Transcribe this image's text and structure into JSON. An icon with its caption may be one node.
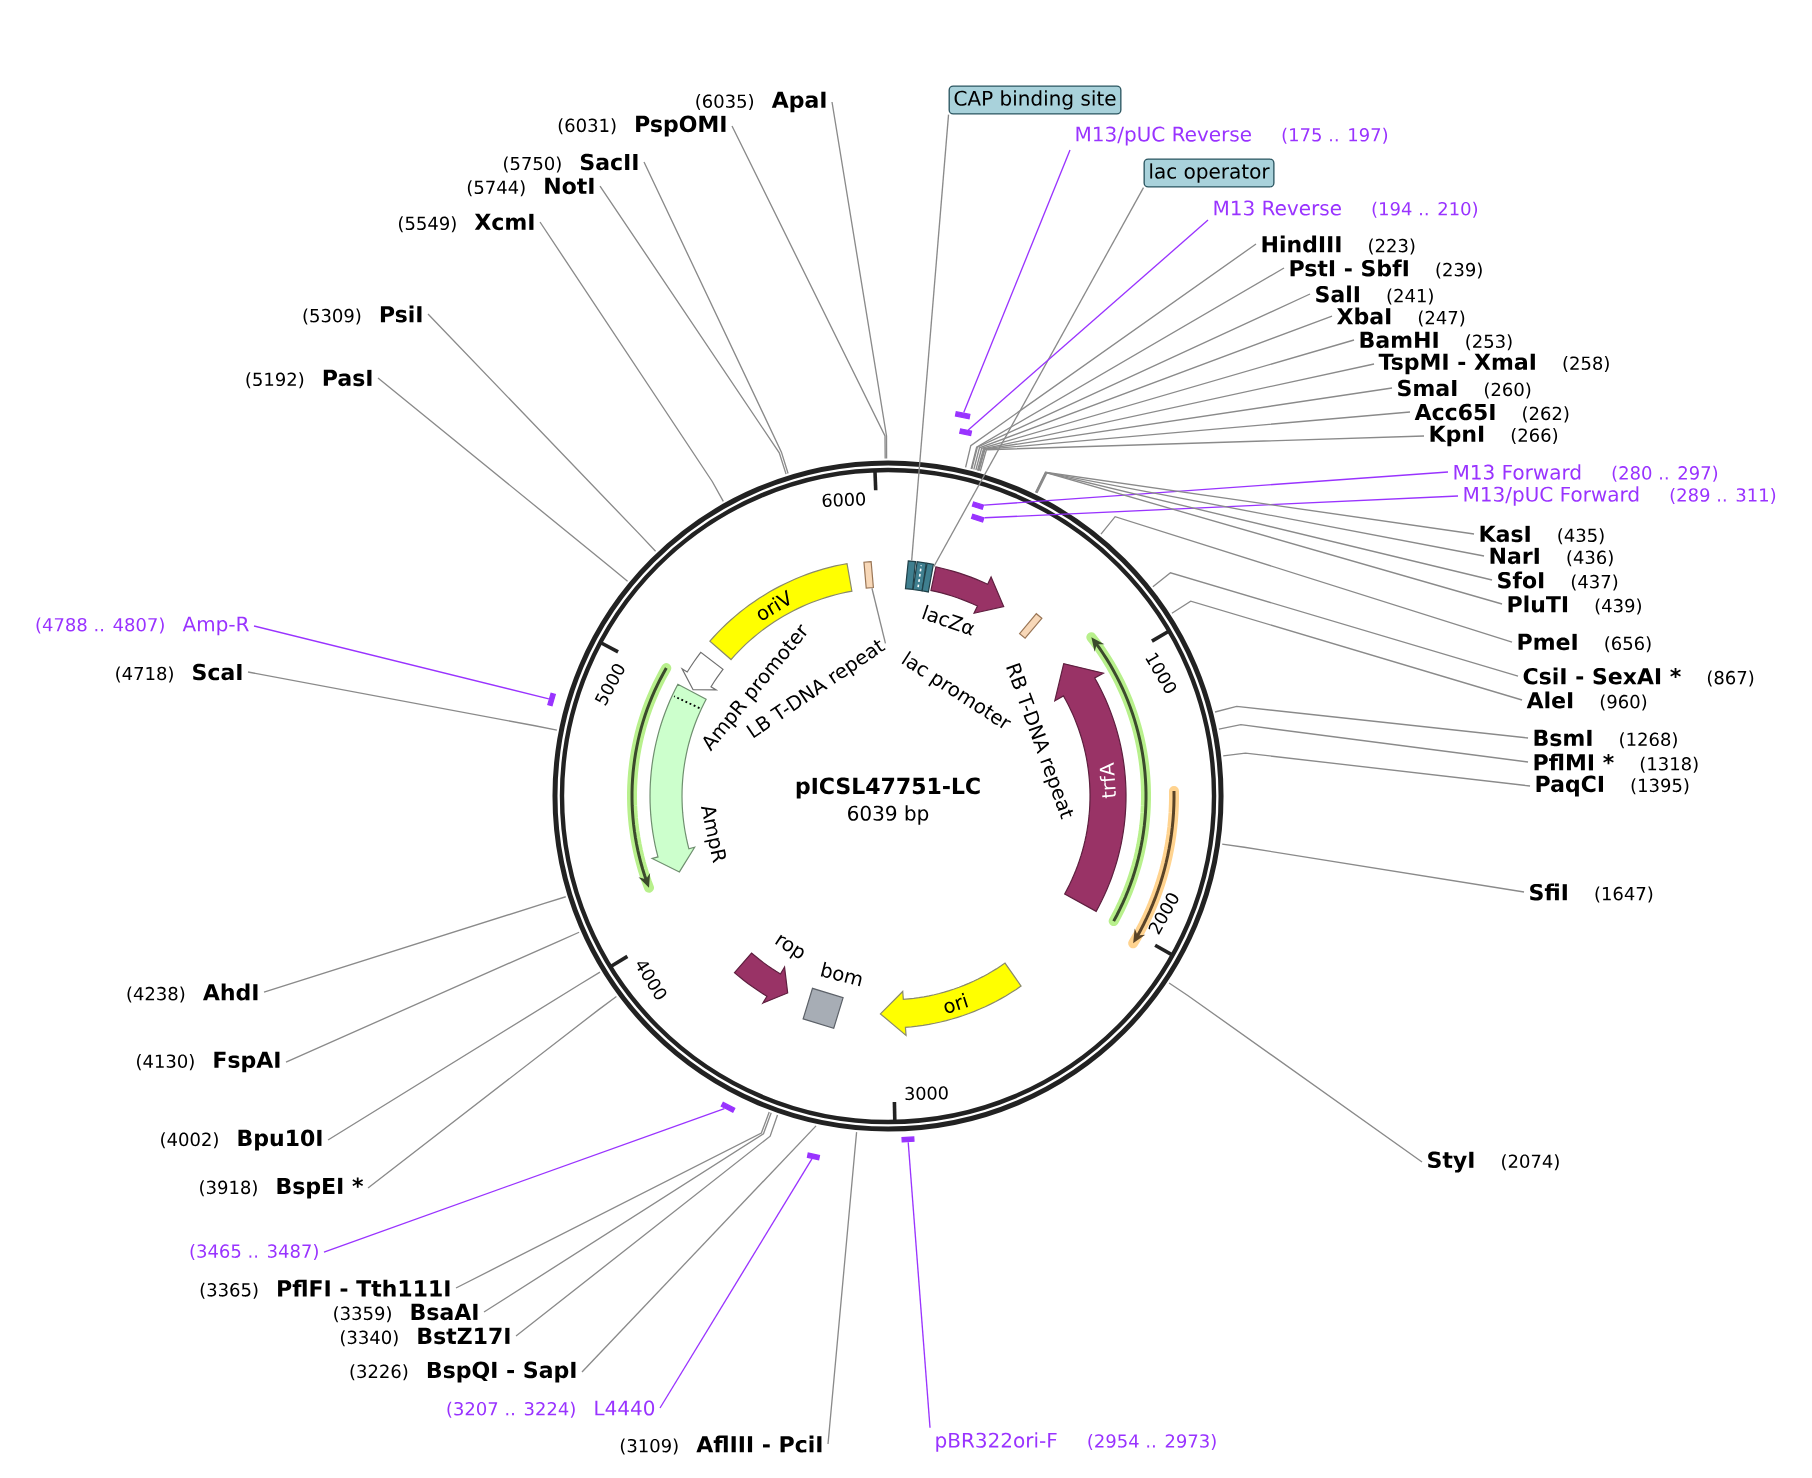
{
  "diagram": {
    "title": "pICSL47751-LC",
    "nodes": [
      {
        "text": [
          "CAP binding site"
        ]
      },
      {
        "text": [
          "M13/pUC Reverse",
          "(175 .. 197)"
        ]
      },
      {
        "text": [
          "lac operator"
        ]
      },
      {
        "text": [
          "M13 Reverse",
          "(194 .. 210)"
        ]
      },
      {
        "text": [
          "HindIII",
          "(223)"
        ]
      },
      {
        "text": [
          "PstI - SbfI",
          "(239)"
        ]
      },
      {
        "text": [
          "SalI",
          "(241)"
        ]
      },
      {
        "text": [
          "XbaI",
          "(247)"
        ]
      },
      {
        "text": [
          "BamHI",
          "(253)"
        ]
      },
      {
        "text": [
          "TspMI - XmaI",
          "(258)"
        ]
      },
      {
        "text": [
          "SmaI",
          "(260)"
        ]
      },
      {
        "text": [
          "Acc65I",
          "(262)"
        ]
      },
      {
        "text": [
          "KpnI",
          "(266)"
        ]
      },
      {
        "text": [
          "M13 Forward",
          "(280 .. 297)"
        ]
      },
      {
        "text": [
          "M13/pUC Forward",
          "(289 .. 311)"
        ]
      },
      {
        "text": [
          "KasI",
          "(435)"
        ]
      },
      {
        "text": [
          "NarI",
          "(436)"
        ]
      },
      {
        "text": [
          "SfoI",
          "(437)"
        ]
      },
      {
        "text": [
          "PluTI",
          "(439)"
        ]
      },
      {
        "text": [
          "PmeI",
          "(656)"
        ]
      },
      {
        "text": [
          "CsiI - SexAI *",
          "(867)"
        ]
      },
      {
        "text": [
          "AleI",
          "(960)"
        ]
      },
      {
        "text": [
          "BsmI",
          "(1268)"
        ]
      },
      {
        "text": [
          "PflMI *",
          "(1318)"
        ]
      },
      {
        "text": [
          "PaqCI",
          "(1395)"
        ]
      },
      {
        "text": [
          "SfiI",
          "(1647)"
        ]
      },
      {
        "text": [
          "StyI",
          "(2074)"
        ]
      },
      {
        "text": [
          "pBR322ori-F",
          "(2954 .. 2973)"
        ]
      },
      {
        "text": [
          "(3109)",
          "AflIII - PciI"
        ]
      },
      {
        "text": [
          "(3207 .. 3224)",
          "L4440"
        ]
      },
      {
        "text": [
          "(3226)",
          "BspQI - SapI"
        ]
      },
      {
        "text": [
          "(3340)",
          "BstZ17I"
        ]
      },
      {
        "text": [
          "(3359)",
          "BsaAI"
        ]
      },
      {
        "text": [
          "(3365)",
          "PflFI - Tth111I"
        ]
      },
      {
        "text": [
          "(3465 .. 3487)"
        ]
      },
      {
        "text": [
          "(3918)",
          "BspEI *"
        ]
      },
      {
        "text": [
          "(4002)",
          "Bpu10I"
        ]
      },
      {
        "text": [
          "(4130)",
          "FspAI"
        ]
      },
      {
        "text": [
          "(4238)",
          "AhdI"
        ]
      },
      {
        "text": [
          "(4718)",
          "ScaI"
        ]
      },
      {
        "text": [
          "(4788 .. 4807)",
          "Amp-R"
        ]
      },
      {
        "text": [
          "(5192)",
          "PasI"
        ]
      },
      {
        "text": [
          "(5309)",
          "PsiI"
        ]
      },
      {
        "text": [
          "(5549)",
          "XcmI"
        ]
      },
      {
        "text": [
          "(5744)",
          "NotI"
        ]
      },
      {
        "text": [
          "(5750)",
          "SacII"
        ]
      },
      {
        "text": [
          "(6031)",
          "PspOMI"
        ]
      },
      {
        "text": [
          "(6035)",
          "ApaI"
        ]
      },
      {
        "text": [],
        "shape": "box"
      },
      {
        "text": [],
        "shape": "box"
      },
      {
        "text": [],
        "shape": "box"
      },
      {
        "text": [],
        "shape": "box"
      },
      {
        "text": [],
        "shape": "arrow",
        "beside": [
          "lacZα"
        ]
      },
      {
        "text": [],
        "shape": "box"
      },
      {
        "text": [
          "trfA"
        ]
      },
      {
        "text": [
          "ori"
        ]
      },
      {
        "text": [],
        "shape": "box",
        "beside": [
          "bom"
        ]
      },
      {
        "text": [],
        "shape": "arrow",
        "beside": [
          "rop"
        ]
      },
      {
        "text": [],
        "shape": "arrow",
        "beside": [
          "AmpR"
        ]
      },
      {
        "text": [],
        "shape": "arrow",
        "beside": [
          "AmpR promoter"
        ]
      },
      {
        "text": [
          "oriV"
        ]
      },
      {
        "text": [
          "LB T-DNA repeat"
        ]
      },
      {
        "text": [],
        "shape": "bar"
      },
      {
        "text": [],
        "shape": "bar"
      },
      {
        "text": [],
        "shape": "bar"
      },
      {
        "text": [],
        "shape": "bar"
      },
      {
        "text": [],
        "shape": "bar"
      },
      {
        "text": [],
        "shape": "bar"
      },
      {
        "text": [],
        "shape": "bar"
      },
      {
        "text": [],
        "shape": "bar"
      }
    ],
    "edges": [
      {
        "from": 0,
        "to": 49,
        "arrow": "none"
      },
      {
        "from": 1,
        "to": 62,
        "arrow": "none",
        "color": "#9933ff"
      },
      {
        "from": 2,
        "to": 51,
        "arrow": "none"
      },
      {
        "from": 3,
        "to": 63,
        "arrow": "none",
        "color": "#9933ff"
      },
      {
        "from": 4,
        "to": null,
        "arrow": "none"
      },
      {
        "from": 5,
        "to": null,
        "arrow": "none"
      },
      {
        "from": 6,
        "to": null,
        "arrow": "none"
      },
      {
        "from": 7,
        "to": null,
        "arrow": "none"
      },
      {
        "from": 8,
        "to": null,
        "arrow": "none"
      },
      {
        "from": 9,
        "to": null,
        "arrow": "none"
      },
      {
        "from": 10,
        "to": null,
        "arrow": "none"
      },
      {
        "from": 11,
        "to": null,
        "arrow": "none"
      },
      {
        "from": 12,
        "to": null,
        "arrow": "none"
      },
      {
        "from": 13,
        "to": 64,
        "arrow": "none",
        "color": "#9933ff"
      },
      {
        "from": 14,
        "to": 65,
        "arrow": "none",
        "color": "#9933ff"
      },
      {
        "from": 15,
        "to": null,
        "arrow": "none"
      },
      {
        "from": 16,
        "to": null,
        "arrow": "none"
      },
      {
        "from": 17,
        "to": null,
        "arrow": "none"
      },
      {
        "from": 18,
        "to": null,
        "arrow": "none"
      },
      {
        "from": 19,
        "to": null,
        "arrow": "none"
      },
      {
        "from": 20,
        "to": null,
        "arrow": "none"
      },
      {
        "from": 21,
        "to": null,
        "arrow": "none"
      },
      {
        "from": 22,
        "to": null,
        "arrow": "none"
      },
      {
        "from": 23,
        "to": null,
        "arrow": "none"
      },
      {
        "from": 24,
        "to": null,
        "arrow": "none"
      },
      {
        "from": 25,
        "to": null,
        "arrow": "none"
      },
      {
        "from": 26,
        "to": null,
        "arrow": "none"
      },
      {
        "from": 27,
        "to": 68,
        "arrow": "none",
        "color": "#9933ff"
      },
      {
        "from": 28,
        "to": null,
        "arrow": "none"
      },
      {
        "from": 29,
        "to": 69,
        "arrow": "none",
        "color": "#9933ff"
      },
      {
        "from": 30,
        "to": null,
        "arrow": "none"
      },
      {
        "from": 31,
        "to": null,
        "arrow": "none"
      },
      {
        "from": 32,
        "to": null,
        "arrow": "none"
      },
      {
        "from": 33,
        "to": null,
        "arrow": "none"
      },
      {
        "from": 34,
        "to": 67,
        "arrow": "none",
        "color": "#9933ff"
      },
      {
        "from": 35,
        "to": null,
        "arrow": "none"
      },
      {
        "from": 36,
        "to": null,
        "arrow": "none"
      },
      {
        "from": 37,
        "to": null,
        "arrow": "none"
      },
      {
        "from": 38,
        "to": null,
        "arrow": "none"
      },
      {
        "from": 39,
        "to": null,
        "arrow": "none"
      },
      {
        "from": 40,
        "to": 66,
        "arrow": "none",
        "color": "#9933ff"
      },
      {
        "from": 41,
        "to": null,
        "arrow": "none"
      },
      {
        "from": 42,
        "to": null,
        "arrow": "none"
      },
      {
        "from": 43,
        "to": null,
        "arrow": "none"
      },
      {
        "from": 44,
        "to": null,
        "arrow": "none"
      },
      {
        "from": 45,
        "to": null,
        "arrow": "none"
      },
      {
        "from": 46,
        "to": null,
        "arrow": "none"
      },
      {
        "from": 47,
        "to": null,
        "arrow": "none"
      },
      {
        "from": 61,
        "to": 48,
        "arrow": "none"
      }
    ],
    "labels": [
      "6000",
      "1000",
      "5000",
      "lac promoter",
      "RB T-DNA repeat",
      "6039 bp",
      "2000",
      "4000",
      "3000"
    ]
  }
}
